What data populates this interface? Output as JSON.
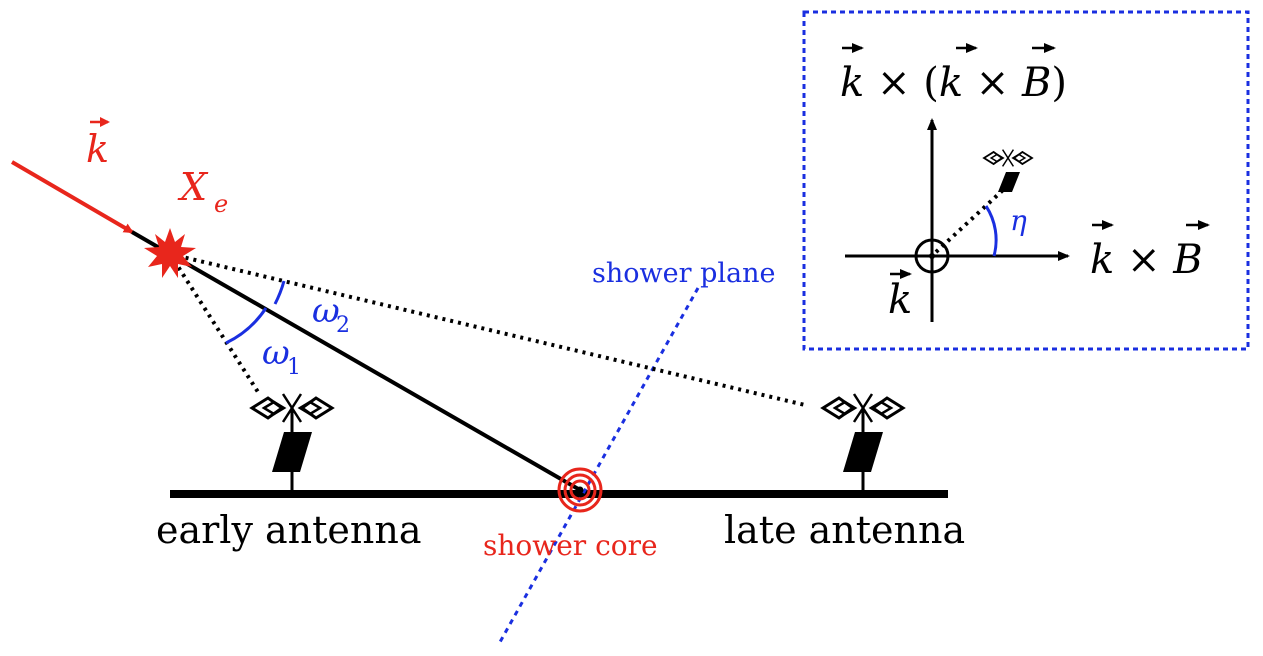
{
  "labels": {
    "k_vector": "k",
    "xe_main": "X",
    "xe_sub": "e",
    "omega_symbol": "ω",
    "omega1_sub": "1",
    "omega2_sub": "2",
    "shower_plane": "shower plane",
    "shower_core": "shower core",
    "early_antenna": "early antenna",
    "late_antenna": "late antenna"
  },
  "inset": {
    "axis_y_label_k1": "k",
    "axis_y_times1": " × (",
    "axis_y_k2": "k",
    "axis_y_times2": " × ",
    "axis_y_B": "B",
    "axis_y_close": ")",
    "axis_x_k": "k",
    "axis_x_times": " × ",
    "axis_x_B": "B",
    "origin_k": "k",
    "eta": "η"
  },
  "colors": {
    "red": "#e8261c",
    "blue": "#1a2fe0",
    "black": "#000000"
  }
}
